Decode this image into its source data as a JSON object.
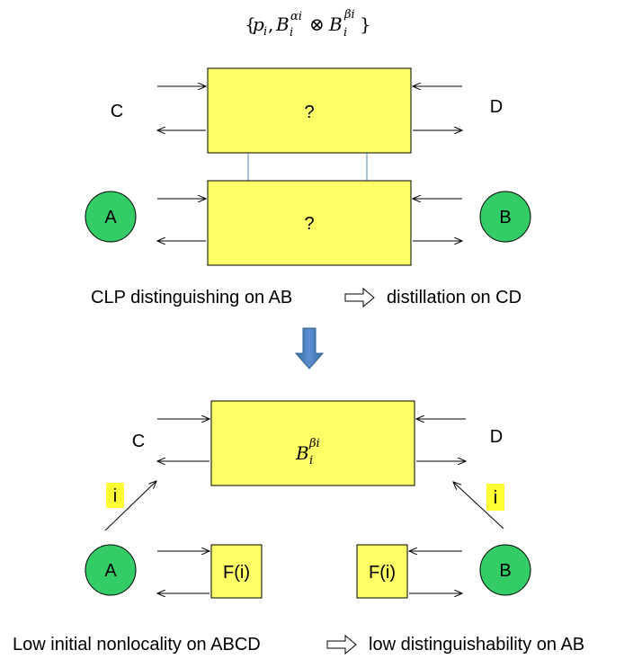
{
  "formula_top": {
    "open": "{",
    "p": "p",
    "i": "i",
    "comma": ",",
    "B": "B",
    "alpha_sub": "αi",
    "otimes": "⊗",
    "B2": "B",
    "beta_sub": "βi",
    "close": "}"
  },
  "top_diagram": {
    "label_c": "C",
    "label_d": "D",
    "box_upper_text": "?",
    "box_lower_text": "?",
    "node_a": "A",
    "node_b": "B"
  },
  "caption1": {
    "left": "CLP distinguishing on AB",
    "right": "distillation on CD"
  },
  "bottom_diagram": {
    "label_c": "C",
    "label_d": "D",
    "box_B": "B",
    "box_beta": "βi",
    "box_i": "i",
    "tag_left": "i",
    "tag_right": "i",
    "node_a": "A",
    "node_b": "B",
    "f_left": "F(i)",
    "f_right": "F(i)"
  },
  "caption2": {
    "left": "Low initial nonlocality on ABCD",
    "right": "low distinguishability on AB"
  },
  "colors": {
    "box_fill": "#ffff66",
    "node_fill": "#33cc66",
    "tag_fill": "#ffff33",
    "arrow_blue": "#4f81bd",
    "line_blue": "#4f81bd"
  }
}
